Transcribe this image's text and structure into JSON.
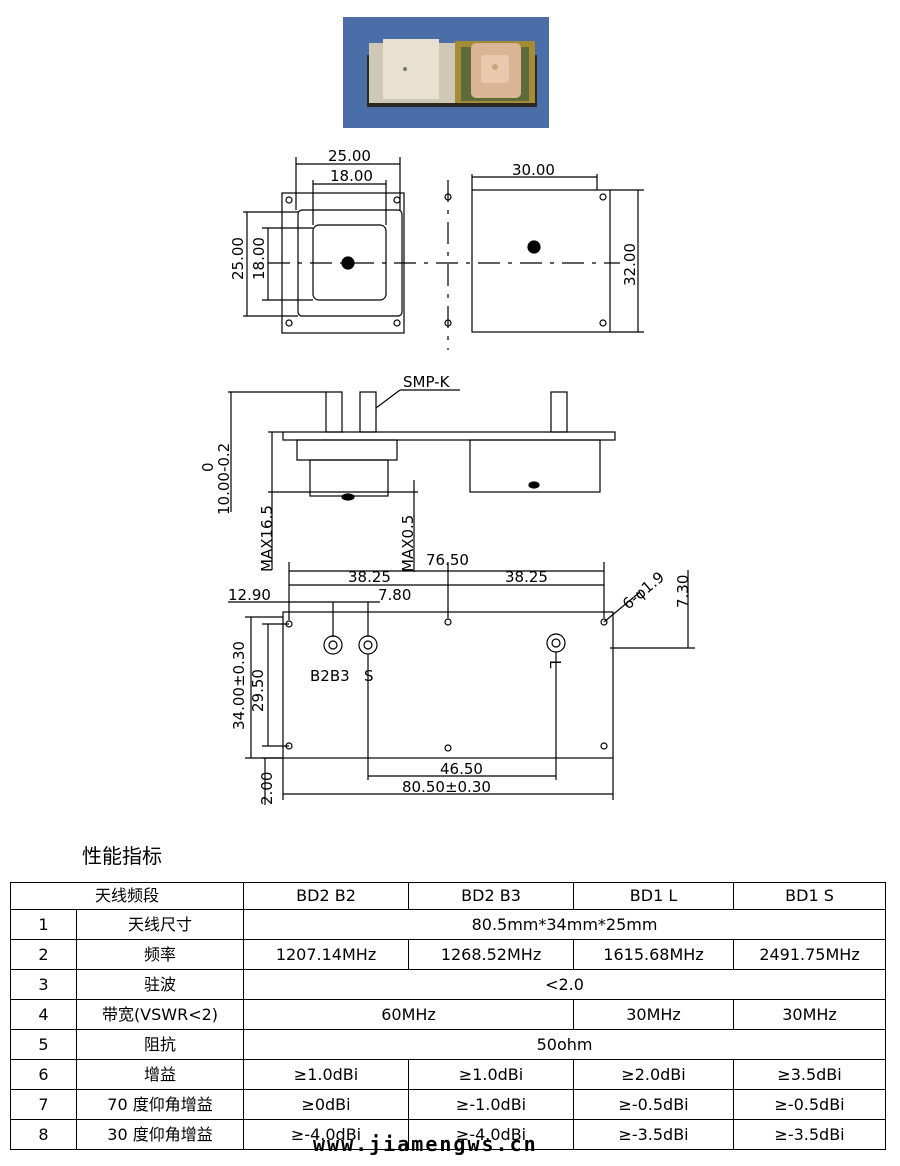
{
  "photo": {
    "description_icon": "gnss-antenna-photo-icon"
  },
  "drawing": {
    "top_dim_outer": "25.00",
    "top_dim_inner": "18.00",
    "left_dim_outer": "25.00",
    "left_dim_inner": "18.00",
    "right_dim_top": "30.00",
    "right_dim_side": "32.00",
    "connector_label": "SMP-K",
    "side_dim_a": "0",
    "side_dim_b": "10.00-0.2",
    "side_dim_max": "MAX16.5",
    "side_dim_max2": "MAX0.5",
    "bottom_total": "76.50",
    "bottom_half_left": "38.25",
    "bottom_half_right": "38.25",
    "bottom_12_90": "12.90",
    "bottom_7_80": "7.80",
    "hole_spec": "6-φ1.9",
    "dim_7_30": "7.30",
    "dim_34": "34.00±0.30",
    "dim_29_50": "29.50",
    "label_b2b3": "B2B3",
    "label_s": "S",
    "label_l": "L",
    "dim_46_50": "46.50",
    "dim_2_00": "2.00",
    "dim_80_50": "80.50±0.30"
  },
  "section_title": "性能指标",
  "table": {
    "header": [
      "天线频段",
      "BD2 B2",
      "BD2 B3",
      "BD1 L",
      "BD1 S"
    ],
    "rows": [
      {
        "num": "1",
        "name": "天线尺寸",
        "merged": "80.5mm*34mm*25mm"
      },
      {
        "num": "2",
        "name": "频率",
        "cells": [
          "1207.14MHz",
          "1268.52MHz",
          "1615.68MHz",
          "2491.75MHz"
        ]
      },
      {
        "num": "3",
        "name": "驻波",
        "merged": "<2.0"
      },
      {
        "num": "4",
        "name": "带宽(VSWR<2)",
        "pair": "60MHz",
        "cells2": [
          "30MHz",
          "30MHz"
        ]
      },
      {
        "num": "5",
        "name": "阻抗",
        "merged": "50ohm"
      },
      {
        "num": "6",
        "name": "增益",
        "cells": [
          "≥1.0dBi",
          "≥1.0dBi",
          "≥2.0dBi",
          "≥3.5dBi"
        ]
      },
      {
        "num": "7",
        "name": "70 度仰角增益",
        "cells": [
          "≥0dBi",
          "≥-1.0dBi",
          "≥-0.5dBi",
          "≥-0.5dBi"
        ]
      },
      {
        "num": "8",
        "name": "30 度仰角增益",
        "cells": [
          "≥-4.0dBi",
          "≥-4.0dBi",
          "≥-3.5dBi",
          "≥-3.5dBi"
        ]
      }
    ]
  },
  "watermark": "www.jiamengws.cn"
}
